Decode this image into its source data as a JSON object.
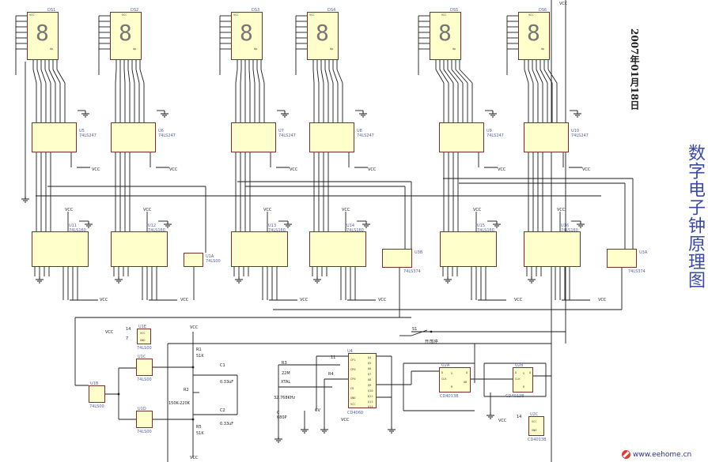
{
  "title": "数字电子钟原理图",
  "date": "2007年01月18日",
  "watermark": "www.eehome.cn",
  "displays": [
    {
      "ref": "DS1"
    },
    {
      "ref": "DS2"
    },
    {
      "ref": "DS3"
    },
    {
      "ref": "DS4"
    },
    {
      "ref": "DS5"
    },
    {
      "ref": "DS6"
    }
  ],
  "decoders": [
    {
      "ref": "U5",
      "part": "74LS247"
    },
    {
      "ref": "U6",
      "part": "74LS247"
    },
    {
      "ref": "U7",
      "part": "74LS247"
    },
    {
      "ref": "U8",
      "part": "74LS247"
    },
    {
      "ref": "U9",
      "part": "74LS247"
    },
    {
      "ref": "U10",
      "part": "74LS247"
    }
  ],
  "counters": [
    {
      "ref": "U11",
      "part": "74LS160"
    },
    {
      "ref": "U12",
      "part": "74LS160"
    },
    {
      "ref": "U13",
      "part": "74LS160"
    },
    {
      "ref": "U14",
      "part": "74LS160"
    },
    {
      "ref": "U15",
      "part": "74LS160"
    },
    {
      "ref": "U16",
      "part": "74LS160"
    }
  ],
  "gates": [
    {
      "ref": "U1A",
      "part": "74LS00"
    },
    {
      "ref": "U3B",
      "part": "74LS374"
    },
    {
      "ref": "U3A",
      "part": "74LS374"
    },
    {
      "ref": "U1C",
      "part": "74LS00"
    },
    {
      "ref": "U1B",
      "part": "74LS00"
    },
    {
      "ref": "U1D",
      "part": "74LS00"
    },
    {
      "ref": "U1E",
      "part": "74LS00"
    }
  ],
  "oscillator": {
    "ref": "U4",
    "part": "CD4060",
    "pins": [
      "CP1",
      "CP0",
      "CP0",
      "CR",
      "GND",
      "VCC"
    ],
    "outs": [
      "Q4",
      "Q5",
      "Q6",
      "Q7",
      "Q8",
      "Q9",
      "Q10",
      "Q12",
      "Q13",
      "Q14"
    ]
  },
  "flipflops": [
    {
      "ref": "U2A",
      "part": "CD4013B",
      "pins": [
        "D",
        "CLK",
        "S",
        "R"
      ]
    },
    {
      "ref": "U2B",
      "part": "CD4013B",
      "pins": [
        "D",
        "CLK",
        "S",
        "R"
      ]
    },
    {
      "ref": "U2C",
      "part": "CD4013B",
      "pins": [
        "VCC",
        "GND"
      ]
    }
  ],
  "components": {
    "r1": "R1",
    "r1_val": "51K",
    "r2": "R2",
    "r2_val": "150K-220K",
    "r3": "R3",
    "r3_val": "22M",
    "r4": "R4",
    "r5": "R5",
    "r5_val": "51K",
    "c1": "C1",
    "c1_val": "0.33uF",
    "c2": "C2",
    "c2_val": "0.33uF",
    "c_osc": "C",
    "c_osc_val": "680P",
    "xtal": "XTAL",
    "xtal_val": "32.768KHz",
    "cv": "CV",
    "s1": "S1",
    "s1_label": "开/暂停"
  },
  "labels": {
    "vcc": "VCC",
    "gnd": "GND",
    "dp": "dp",
    "q": "Q",
    "qb": "QB",
    "pin14": "14",
    "pin7": "7",
    "pin11": "11"
  }
}
